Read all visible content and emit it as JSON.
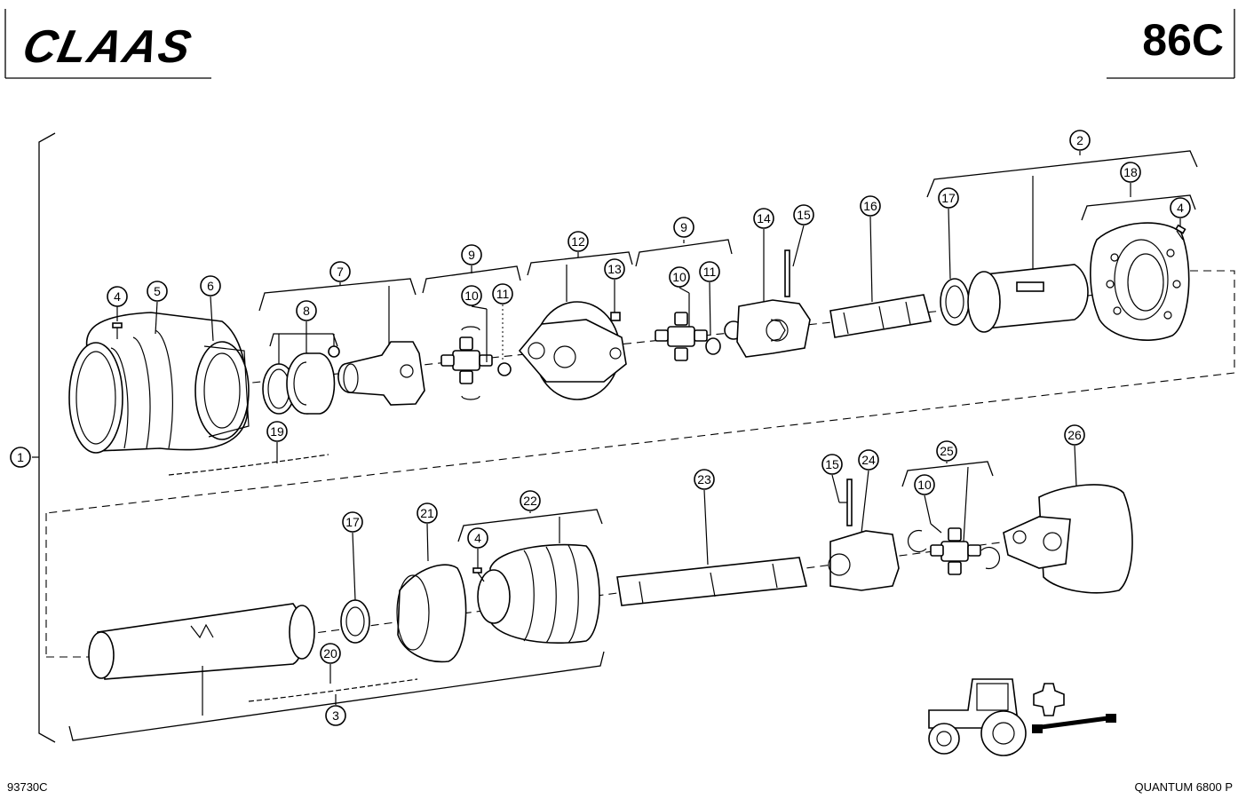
{
  "header": {
    "brand": "CLAAS",
    "page_number": "86C"
  },
  "footer": {
    "drawing_number": "93730C",
    "model": "QUANTUM 6800 P"
  },
  "callouts": [
    "1",
    "2",
    "3",
    "4",
    "4",
    "4",
    "5",
    "6",
    "7",
    "8",
    "9",
    "9",
    "10",
    "10",
    "10",
    "11",
    "11",
    "12",
    "13",
    "14",
    "15",
    "15",
    "16",
    "17",
    "17",
    "18",
    "19",
    "20",
    "21",
    "22",
    "23",
    "24",
    "25",
    "26"
  ]
}
